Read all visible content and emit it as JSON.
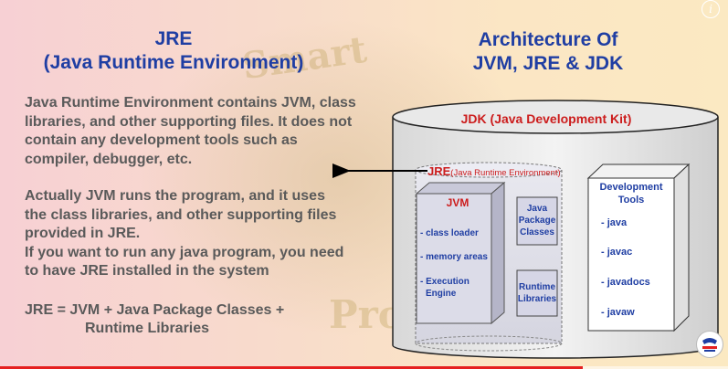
{
  "left_title": {
    "line1": "JRE",
    "line2": "(Java Runtime Environment)"
  },
  "right_title": {
    "line1": "Architecture Of",
    "line2": "JVM, JRE & JDK"
  },
  "paragraphs": {
    "p1": [
      "Java Runtime Environment contains JVM, class",
      "libraries, and other supporting files. It does not",
      "contain any development tools such as",
      "compiler, debugger, etc."
    ],
    "p2": [
      "Actually JVM runs the program, and it uses",
      "the class libraries, and other supporting files",
      "provided in JRE.",
      "If you want to run any java program, you need",
      "to have JRE installed in the system"
    ]
  },
  "formula": {
    "line1": "JRE = JVM + Java Package Classes +",
    "line2": "Runtime Libraries"
  },
  "diagram": {
    "jdk_label": "JDK (Java Development Kit)",
    "jre_label_main": "JRE",
    "jre_label_sub": "(Java Runtime Environment)",
    "jvm": {
      "title": "JVM",
      "items": [
        "- class loader",
        "- memory areas",
        "- Execution",
        "Engine"
      ]
    },
    "java_package": [
      "Java",
      "Package",
      "Classes"
    ],
    "runtime_libraries": [
      "Runtime",
      "Libraries"
    ],
    "dev_tools": {
      "title_line1": "Development",
      "title_line2": "Tools",
      "items": [
        "- java",
        "- javac",
        "- javadocs",
        "- javaw"
      ]
    }
  },
  "watermark": {
    "line1": "Smart",
    "line2": "Pro"
  },
  "player": {
    "info_icon": "i",
    "progress": 0.8,
    "progress_color": "#e52020"
  },
  "colors": {
    "title_blue": "#1f3ea3",
    "body_gray": "#5a5a5a",
    "jdk_red": "#cc1d1d"
  }
}
